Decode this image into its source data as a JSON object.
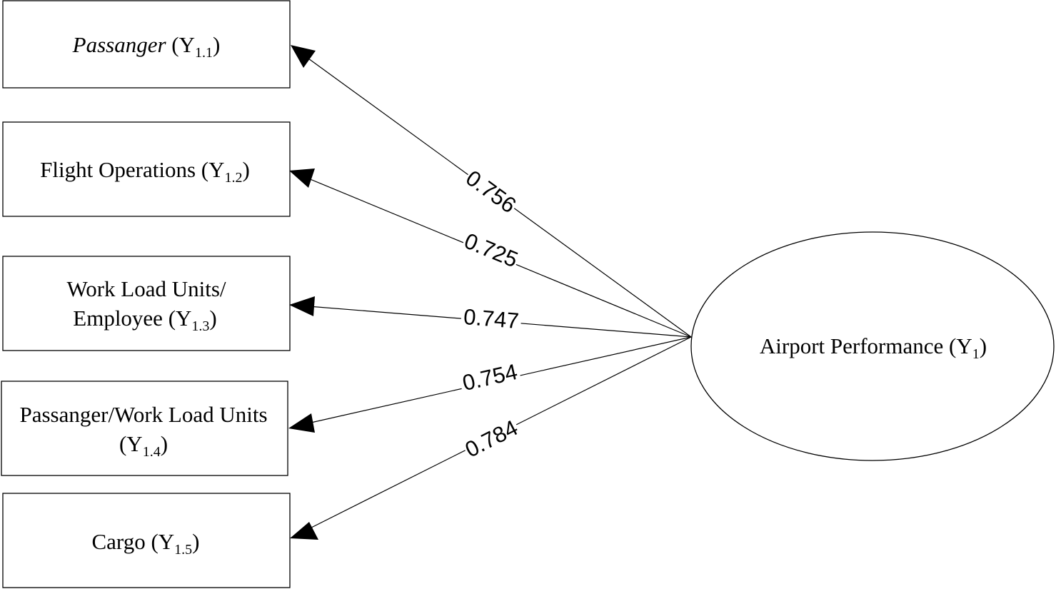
{
  "latent": {
    "label": "Airport Performance",
    "paren_open": " (Y",
    "sub": "1",
    "paren_close": ")"
  },
  "indicators": [
    {
      "line1_main": "Passanger",
      "line1_rest": " (Y",
      "line1_sub": "1.1",
      "line1_close": ")",
      "line2_main": "",
      "line2_sub": "",
      "line2_close": ""
    },
    {
      "line1_main": "Flight Operations (Y",
      "line1_rest": "",
      "line1_sub": "1.2",
      "line1_close": ")",
      "line2_main": "",
      "line2_sub": "",
      "line2_close": ""
    },
    {
      "line1_main": "Work Load Units/",
      "line1_rest": "",
      "line1_sub": "",
      "line1_close": "",
      "line2_main": "Employee (Y",
      "line2_sub": "1.3",
      "line2_close": ")"
    },
    {
      "line1_main": "Passanger/Work Load Units",
      "line1_rest": "",
      "line1_sub": "",
      "line1_close": "",
      "line2_main": "(Y",
      "line2_sub": "1.4",
      "line2_close": ")"
    },
    {
      "line1_main": "Cargo (Y",
      "line1_rest": "",
      "line1_sub": "1.5",
      "line1_close": ")",
      "line2_main": "",
      "line2_sub": "",
      "line2_close": ""
    }
  ],
  "loadings": [
    "0.756",
    "0.725",
    "0.747",
    "0.754",
    "0.784"
  ]
}
